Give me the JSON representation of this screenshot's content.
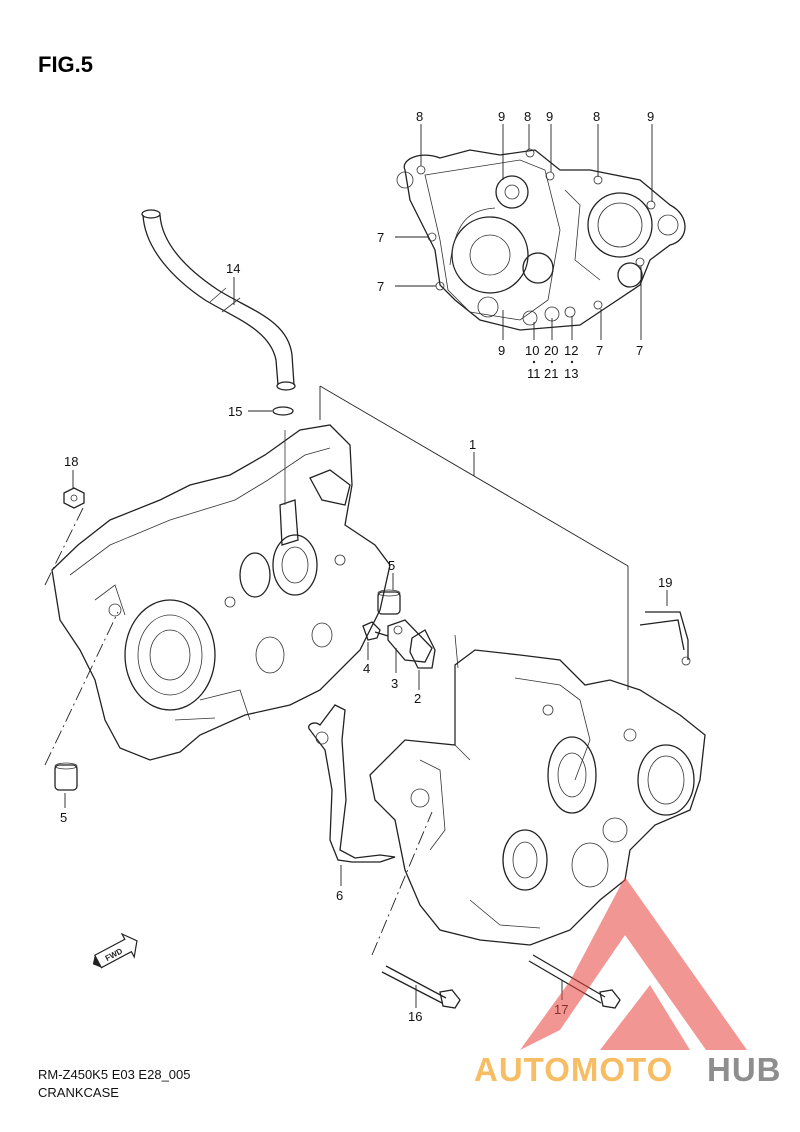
{
  "figure": {
    "title": "FIG.5"
  },
  "footer": {
    "model_code": "RM-Z450K5 E03 E28_005",
    "section_name": "CRANKCASE"
  },
  "watermark": {
    "brand_a": "AUTOMOTO",
    "brand_b": "HUB",
    "color_a": "#f6b24a",
    "color_b": "#7a7a7a",
    "logo_color": "#e8413b"
  },
  "fwd_marker": {
    "text": "FWD"
  },
  "callouts": {
    "c1": "1",
    "c2": "2",
    "c3": "3",
    "c4": "4",
    "c5a": "5",
    "c5b": "5",
    "c6": "6",
    "c7a": "7",
    "c7b": "7",
    "c7c": "7",
    "c7d": "7",
    "c8a": "8",
    "c8b": "8",
    "c8c": "8",
    "c9a": "9",
    "c9b": "9",
    "c9c": "9",
    "c9d": "9",
    "c10": "10",
    "c11": "11",
    "c12": "12",
    "c13": "13",
    "c14": "14",
    "c15": "15",
    "c16": "16",
    "c17": "17",
    "c18": "18",
    "c19": "19",
    "c20": "20",
    "c21": "21"
  }
}
